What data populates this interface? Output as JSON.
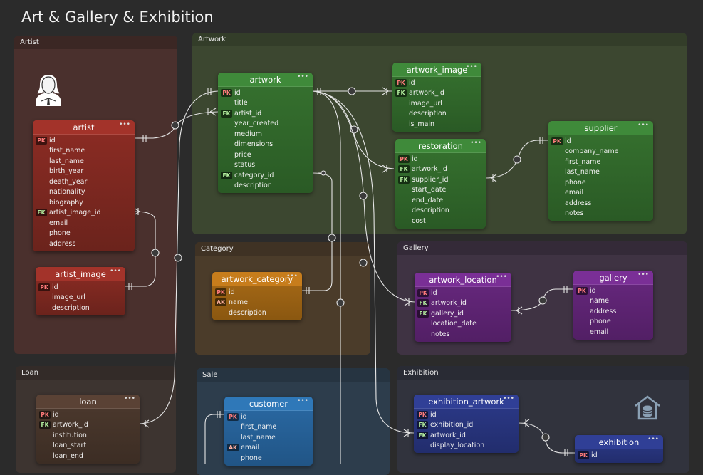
{
  "title": "Art & Gallery & Exhibition",
  "colors": {
    "artist": "#a3332a",
    "artwork": "#3f8a3a",
    "category": "#c77d1c",
    "gallery": "#7a2f96",
    "loan": "#5a4235",
    "sale": "#2f78b8",
    "exhibition": "#303f96"
  },
  "groups": {
    "artist": "Artist",
    "artwork": "Artwork",
    "category": "Category",
    "gallery": "Gallery",
    "loan": "Loan",
    "sale": "Sale",
    "exhibition": "Exhibition"
  },
  "icons": {
    "artist_group": "person-icon",
    "exhibition_group": "museum-database-icon"
  },
  "tables": {
    "artist": {
      "name": "artist",
      "fields": [
        {
          "key": "PK",
          "name": "id"
        },
        {
          "key": "",
          "name": "first_name"
        },
        {
          "key": "",
          "name": "last_name"
        },
        {
          "key": "",
          "name": "birth_year"
        },
        {
          "key": "",
          "name": "death_year"
        },
        {
          "key": "",
          "name": "nationality"
        },
        {
          "key": "",
          "name": "biography"
        },
        {
          "key": "FK",
          "name": "artist_image_id"
        },
        {
          "key": "",
          "name": "email"
        },
        {
          "key": "",
          "name": "phone"
        },
        {
          "key": "",
          "name": "address"
        }
      ]
    },
    "artist_image": {
      "name": "artist_image",
      "fields": [
        {
          "key": "PK",
          "name": "id"
        },
        {
          "key": "",
          "name": "image_url"
        },
        {
          "key": "",
          "name": "description"
        }
      ]
    },
    "artwork": {
      "name": "artwork",
      "fields": [
        {
          "key": "PK",
          "name": "id"
        },
        {
          "key": "",
          "name": "title"
        },
        {
          "key": "FK",
          "name": "artist_id"
        },
        {
          "key": "",
          "name": "year_created"
        },
        {
          "key": "",
          "name": "medium"
        },
        {
          "key": "",
          "name": "dimensions"
        },
        {
          "key": "",
          "name": "price"
        },
        {
          "key": "",
          "name": "status"
        },
        {
          "key": "FK",
          "name": "category_id"
        },
        {
          "key": "",
          "name": "description"
        }
      ]
    },
    "artwork_image": {
      "name": "artwork_image",
      "fields": [
        {
          "key": "PK",
          "name": "id"
        },
        {
          "key": "FK",
          "name": "artwork_id"
        },
        {
          "key": "",
          "name": "image_url"
        },
        {
          "key": "",
          "name": "description"
        },
        {
          "key": "",
          "name": "is_main"
        }
      ]
    },
    "restoration": {
      "name": "restoration",
      "fields": [
        {
          "key": "PK",
          "name": "id"
        },
        {
          "key": "FK",
          "name": "artwork_id"
        },
        {
          "key": "FK",
          "name": "supplier_id"
        },
        {
          "key": "",
          "name": "start_date"
        },
        {
          "key": "",
          "name": "end_date"
        },
        {
          "key": "",
          "name": "description"
        },
        {
          "key": "",
          "name": "cost"
        }
      ]
    },
    "supplier": {
      "name": "supplier",
      "fields": [
        {
          "key": "PK",
          "name": "id"
        },
        {
          "key": "",
          "name": "company_name"
        },
        {
          "key": "",
          "name": "first_name"
        },
        {
          "key": "",
          "name": "last_name"
        },
        {
          "key": "",
          "name": "phone"
        },
        {
          "key": "",
          "name": "email"
        },
        {
          "key": "",
          "name": "address"
        },
        {
          "key": "",
          "name": "notes"
        }
      ]
    },
    "artwork_category": {
      "name": "artwork_category",
      "fields": [
        {
          "key": "PK",
          "name": "id"
        },
        {
          "key": "AK",
          "name": "name"
        },
        {
          "key": "",
          "name": "description"
        }
      ]
    },
    "artwork_location": {
      "name": "artwork_location",
      "fields": [
        {
          "key": "PK",
          "name": "id"
        },
        {
          "key": "FK",
          "name": "artwork_id"
        },
        {
          "key": "FK",
          "name": "gallery_id"
        },
        {
          "key": "",
          "name": "location_date"
        },
        {
          "key": "",
          "name": "notes"
        }
      ]
    },
    "gallery": {
      "name": "gallery",
      "fields": [
        {
          "key": "PK",
          "name": "id"
        },
        {
          "key": "",
          "name": "name"
        },
        {
          "key": "",
          "name": "address"
        },
        {
          "key": "",
          "name": "phone"
        },
        {
          "key": "",
          "name": "email"
        }
      ]
    },
    "loan": {
      "name": "loan",
      "fields": [
        {
          "key": "PK",
          "name": "id"
        },
        {
          "key": "FK",
          "name": "artwork_id"
        },
        {
          "key": "",
          "name": "institution"
        },
        {
          "key": "",
          "name": "loan_start"
        },
        {
          "key": "",
          "name": "loan_end"
        }
      ]
    },
    "customer": {
      "name": "customer",
      "fields": [
        {
          "key": "PK",
          "name": "id"
        },
        {
          "key": "",
          "name": "first_name"
        },
        {
          "key": "",
          "name": "last_name"
        },
        {
          "key": "AK",
          "name": "email"
        },
        {
          "key": "",
          "name": "phone"
        }
      ]
    },
    "exhibition_artwork": {
      "name": "exhibition_artwork",
      "fields": [
        {
          "key": "PK",
          "name": "id"
        },
        {
          "key": "FK",
          "name": "exhibition_id"
        },
        {
          "key": "FK",
          "name": "artwork_id"
        },
        {
          "key": "",
          "name": "display_location"
        }
      ]
    },
    "exhibition": {
      "name": "exhibition",
      "fields": [
        {
          "key": "PK",
          "name": "id"
        }
      ]
    }
  }
}
